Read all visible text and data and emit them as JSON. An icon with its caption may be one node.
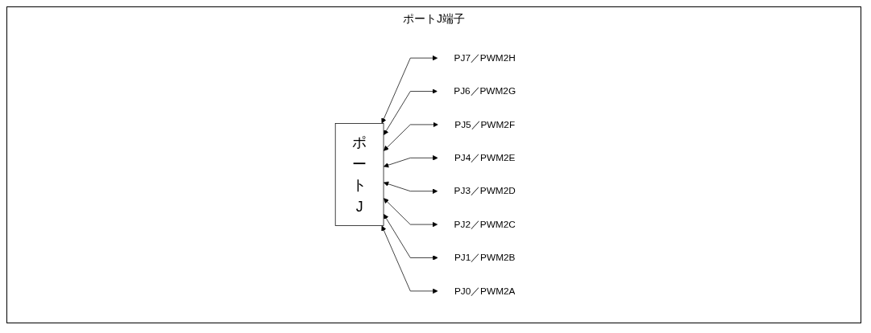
{
  "diagram": {
    "nodes": [
      {
        "text": [
          "ポートJ"
        ]
      },
      {
        "text": [
          "PJ7／PWM2H"
        ]
      },
      {
        "text": [
          "PJ6／PWM2G"
        ]
      },
      {
        "text": [
          "PJ5／PWM2F"
        ]
      },
      {
        "text": [
          "PJ4／PWM2E"
        ]
      },
      {
        "text": [
          "PJ3／PWM2D"
        ]
      },
      {
        "text": [
          "PJ2／PWM2C"
        ]
      },
      {
        "text": [
          "PJ1／PWM2B"
        ]
      },
      {
        "text": [
          "PJ0／PWM2A"
        ]
      }
    ],
    "edges": [
      {
        "from": 0,
        "to": 1,
        "arrow": "both"
      },
      {
        "from": 0,
        "to": 2,
        "arrow": "both"
      },
      {
        "from": 0,
        "to": 3,
        "arrow": "both"
      },
      {
        "from": 0,
        "to": 4,
        "arrow": "both"
      },
      {
        "from": 0,
        "to": 5,
        "arrow": "both"
      },
      {
        "from": 0,
        "to": 6,
        "arrow": "both"
      },
      {
        "from": 0,
        "to": 7,
        "arrow": "both"
      },
      {
        "from": 0,
        "to": 8,
        "arrow": "both"
      }
    ],
    "labels": [
      "ポートJ端子"
    ]
  }
}
